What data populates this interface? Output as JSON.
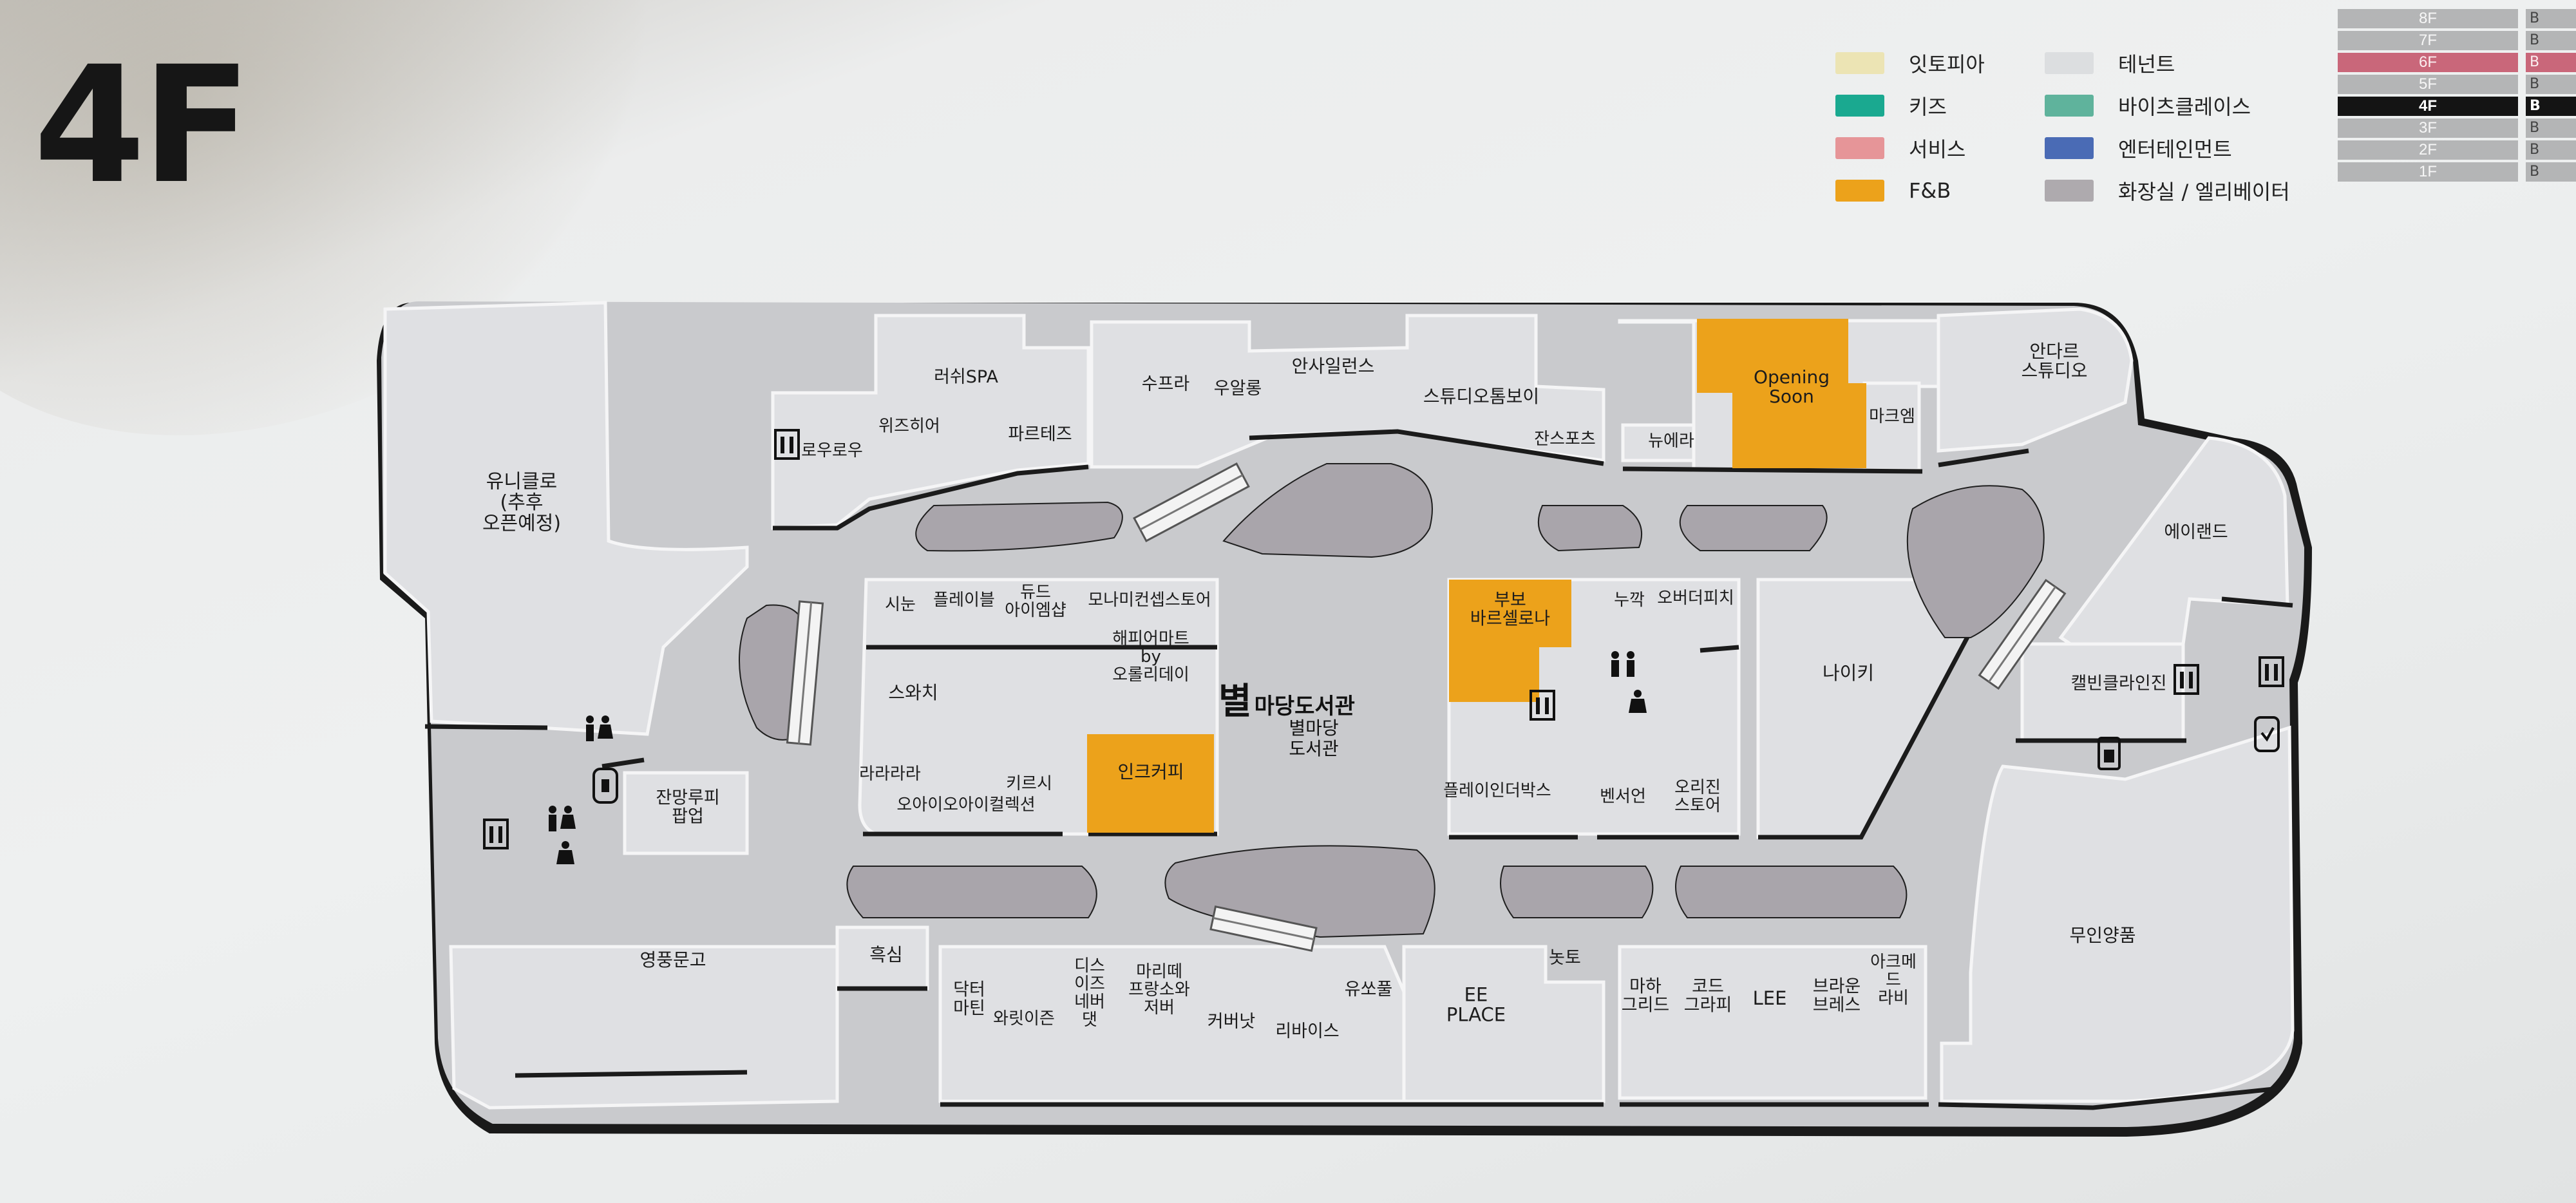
{
  "floor": "4F",
  "directory": [
    {
      "label": "8F",
      "state": "normal"
    },
    {
      "label": "7F",
      "state": "normal"
    },
    {
      "label": "6F",
      "state": "event"
    },
    {
      "label": "5F",
      "state": "normal"
    },
    {
      "label": "4F",
      "state": "current"
    },
    {
      "label": "3F",
      "state": "normal"
    },
    {
      "label": "2F",
      "state": "normal"
    },
    {
      "label": "1F",
      "state": "normal"
    }
  ],
  "directory_suffix": "B",
  "legend": [
    {
      "label": "잇토피아",
      "color": "#ece4b4"
    },
    {
      "label": "테넌트",
      "color": "#dcdee0"
    },
    {
      "label": "키즈",
      "color": "#1aa990"
    },
    {
      "label": "바이츠클레이스",
      "color": "#5fb39c"
    },
    {
      "label": "서비스",
      "color": "#e69598"
    },
    {
      "label": "엔터테인먼트",
      "color": "#4a6bb5"
    },
    {
      "label": "F&B",
      "color": "#eca21b"
    },
    {
      "label": "화장실 / 엘리베이터",
      "color": "#aeaaae"
    }
  ],
  "colors": {
    "tenant": "#dfe0e3",
    "corridor": "#c9cacd",
    "void": "#a7a4aa",
    "fnb": "#eca21b",
    "wall": "#1b1b1b"
  },
  "library": {
    "title_big": "별",
    "title_rest": "마당도서관",
    "subtitle_line1": "별마당",
    "subtitle_line2": "도서관"
  },
  "stores": {
    "uniqlo": "유니클로\n(추후\n오픈예정)",
    "rouro": "로우로우",
    "wizzhier": "위즈히어",
    "lush": "러쉬SPA",
    "partes": "파르테즈",
    "supra": "수프라",
    "ujeong": "우알롱",
    "ansailance": "안사일런스",
    "studiotomboy": "스튜디오톰보이",
    "zanspots": "잔스포츠",
    "newera": "뉴에라",
    "opening": "Opening\nSoon",
    "markm": "마크엠",
    "andar": "안다르\n스튜디오",
    "eland": "에이랜드",
    "calvin": "캘빈클라인진",
    "nike": "나이키",
    "muji": "무인양품",
    "shinnoon": "시눈",
    "playple": "플레이블",
    "dude": "듀드\n아이엠샵",
    "monami": "모나미컨셉스토어",
    "happymart": "해피어마트\nby\n오롤리데이",
    "swatch": "스와치",
    "lalala": "라라라라",
    "kirsh": "키르시",
    "oioi": "오아이오아이컬렉션",
    "inkcoffee": "인크커피",
    "bubo": "부보\n바르셀로나",
    "nukak": "누깍",
    "overthepitch": "오버더피치",
    "playinthebox": "플레이인더박스",
    "benseon": "벤서언",
    "origin": "오리진\n스토어",
    "zanmang": "잔망루피\n팝업",
    "youngpoong": "영풍문고",
    "heuksim": "흑심",
    "drmartens": "닥터\n마틴",
    "wacky": "와릿이즌",
    "disneyland": "디스\n이즈\n네버\n댓",
    "marimekko": "마리떼\n프랑소와\n저버",
    "coverknot": "커버낫",
    "levis": "리바이스",
    "ussafool": "유쏘풀",
    "eeplace": "EE\nPLACE",
    "notto": "놋토",
    "mahagrid": "마하\n그리드",
    "codegraphy": "코드\n그라피",
    "lee": "LEE",
    "brownbreath": "브라운\n브레스",
    "acmedelavie": "아크메\n드\n라비"
  }
}
